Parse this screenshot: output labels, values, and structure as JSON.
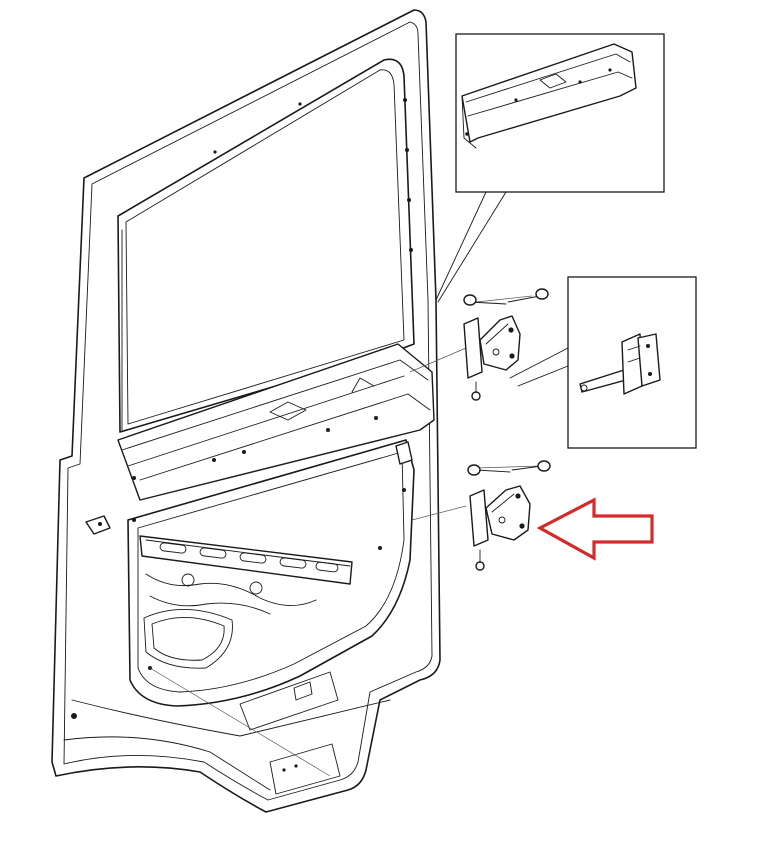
{
  "diagram": {
    "components": [
      "door-shell",
      "upper-hinge",
      "lower-hinge",
      "door-check-strap",
      "top-reinforcement-detail"
    ],
    "highlight": {
      "target": "lower-hinge",
      "shape": "arrow",
      "color": "#d42a2a"
    },
    "colors": {
      "line": "#1a1a1a",
      "background": "#ffffff",
      "arrow": "#d42a2a"
    }
  }
}
